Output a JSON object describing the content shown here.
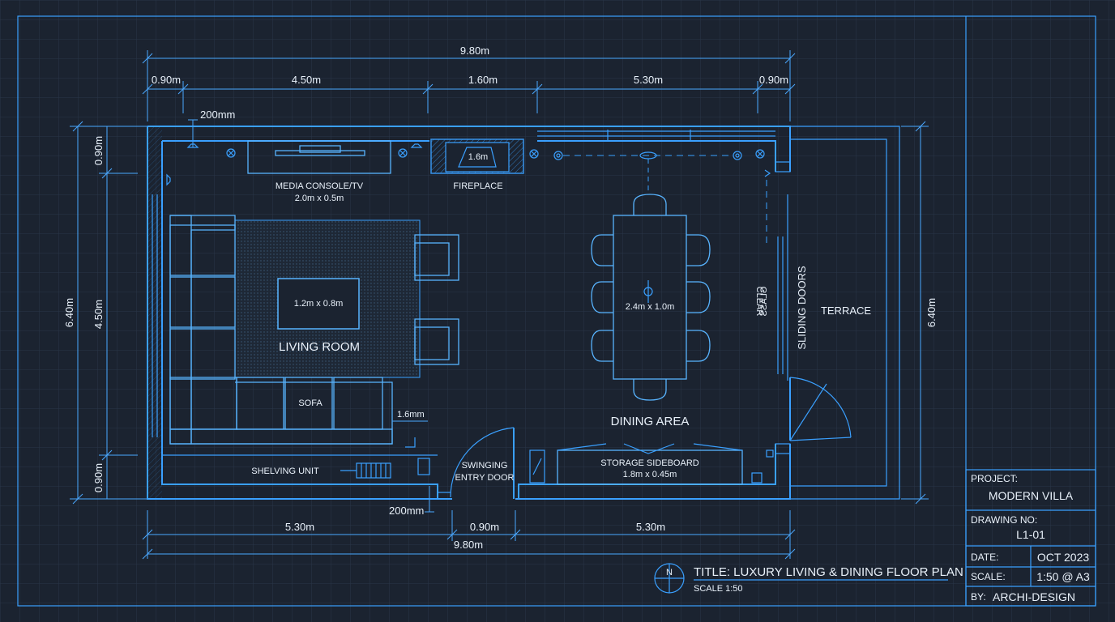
{
  "dimensions": {
    "overall_top": "9.80m",
    "seg_top_1": "0.90m",
    "seg_top_2": "4.50m",
    "seg_top_3": "1.60m",
    "seg_top_4": "5.30m",
    "seg_top_5": "0.90m",
    "offset_200_top": "200mm",
    "left_total": "6.40m",
    "left_top": "0.90m",
    "left_mid": "4.50m",
    "left_bottom": "0.90m",
    "right_total": "6.40m",
    "bottom_1": "5.30m",
    "bottom_2": "0.90m",
    "bottom_3": "5.30m",
    "overall_bottom": "9.80m",
    "offset_200_bottom": "200mm",
    "fireplace_width": "1.6m",
    "sofa_gap": "1.6mm"
  },
  "rooms": {
    "living": "LIVING ROOM",
    "dining": "DINING AREA",
    "terrace": "TERRACE"
  },
  "furniture": {
    "media_console": "MEDIA CONSOLE/TV",
    "media_console_size": "2.0m x 0.5m",
    "fireplace": "FIREPLACE",
    "coffee_table": "1.2m x 0.8m",
    "sofa": "SOFA",
    "shelving": "SHELVING UNIT",
    "entry_door_1": "SWINGING",
    "entry_door_2": "ENTRY DOOR",
    "dining_table": "2.4m x 1.0m",
    "sideboard": "STORAGE SIDEBOARD",
    "sideboard_size": "1.8m x 0.45m",
    "sliding_doors": "SLIDING DOORS",
    "clear_glass_1": "CLEAR",
    "clear_glass_2": "GLASS"
  },
  "title": {
    "main": "TITLE: LUXURY LIVING & DINING FLOOR PLAN",
    "scale": "SCALE 1:50",
    "north": "N"
  },
  "title_block": {
    "project_label": "PROJECT:",
    "project_value": "MODERN VILLA",
    "drawing_label": "DRAWING NO:",
    "drawing_value": "L1-01",
    "date_label": "DATE:",
    "date_value": "OCT 2023",
    "scale_label": "SCALE:",
    "scale_value": "1:50 @ A3",
    "by_label": "BY:",
    "by_value": "ARCHI-DESIGN"
  },
  "colors": {
    "background": "#1b2330",
    "line": "#3aa0ff",
    "text": "#e9f1fa",
    "grid": "#2a3647"
  }
}
